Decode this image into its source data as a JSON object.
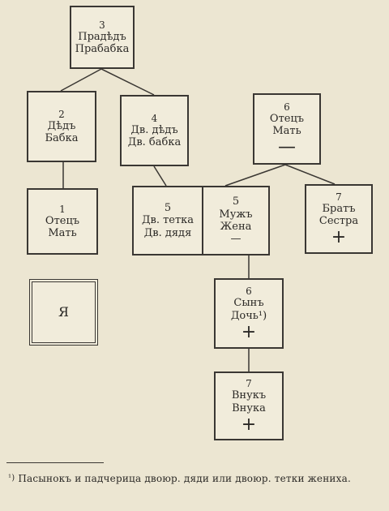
{
  "nodes": {
    "great_grandparents": {
      "num": "3",
      "line1": "Прадѣдъ",
      "line2": "Прабабка"
    },
    "grandparents": {
      "num": "2",
      "line1": "Дѣдъ",
      "line2": "Бабка"
    },
    "great_uncle_aunt": {
      "num": "4",
      "line1": "Дв. дѣдъ",
      "line2": "Дв. бабка"
    },
    "groom_parents": {
      "num": "6",
      "line1": "Отецъ",
      "line2": "Мать",
      "mark": "—"
    },
    "parents": {
      "num": "1",
      "line1": "Отецъ",
      "line2": "Мать"
    },
    "cousins": {
      "num": "5",
      "line1": "Дв. тетка",
      "line2": "Дв. дядя"
    },
    "spouses": {
      "num": "5",
      "line1": "Мужъ",
      "line2": "Жена",
      "mark": "—"
    },
    "groom_siblings": {
      "num": "7",
      "line1": "Братъ",
      "line2": "Сестра",
      "mark": "+"
    },
    "self": {
      "label": "Я"
    },
    "children": {
      "num": "6",
      "line1": "Сынъ",
      "line2": "Дочь¹)",
      "mark": "+"
    },
    "grandchildren": {
      "num": "7",
      "line1": "Внукъ",
      "line2": "Внука",
      "mark": "+"
    }
  },
  "footnote": {
    "marker": "¹)",
    "text": "Пасынокъ и падчерица двоюр. дяди или двоюр. тетки жениха."
  }
}
